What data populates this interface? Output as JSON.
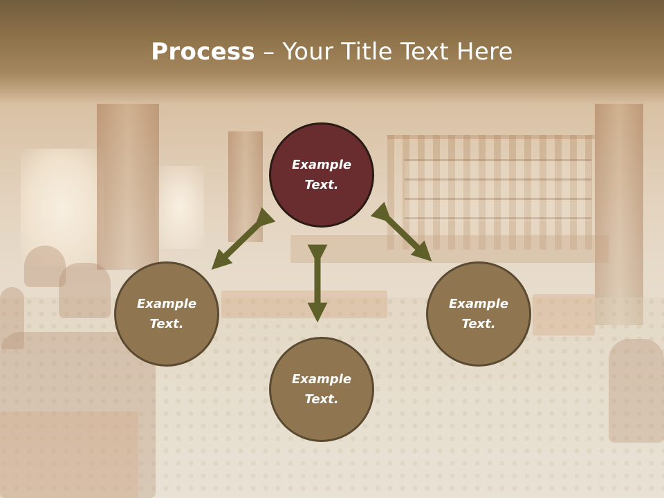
{
  "slide": {
    "title_bold": "Process",
    "title_rest": " – Your Title Text Here"
  },
  "nodes": {
    "top": {
      "label": "Example\nText."
    },
    "left": {
      "label": "Example\nText."
    },
    "right": {
      "label": "Example\nText."
    },
    "bottom": {
      "label": "Example\nText."
    }
  },
  "colors": {
    "title_band": "#8d7149",
    "center_circle": "#6a2d2f",
    "outer_circle": "#8f7650",
    "arrow": "#5f5f2a",
    "title_text": "#ffffff"
  }
}
